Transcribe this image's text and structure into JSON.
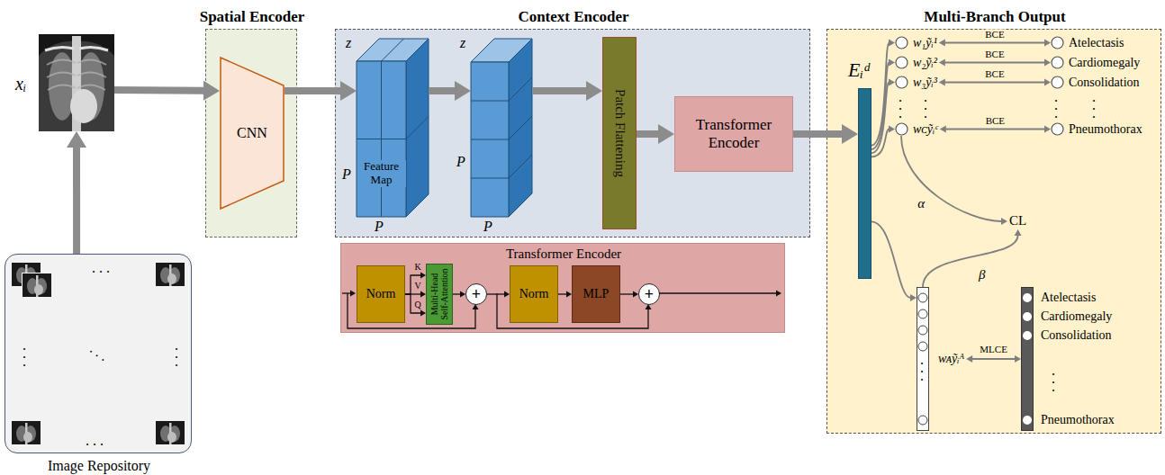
{
  "diagram": {
    "nodes": [
      {
        "text": [
          "xᵢ"
        ]
      },
      {
        "text": [
          "Image Repository"
        ]
      },
      {
        "text": [
          "Spatial Encoder"
        ]
      },
      {
        "text": [
          "CNN"
        ],
        "in": 2
      },
      {
        "text": [
          "Context Encoder"
        ]
      },
      {
        "text": [
          "z",
          "P",
          "P",
          "Feature Map"
        ],
        "in": 4
      },
      {
        "text": [
          "z",
          "P",
          "P"
        ],
        "in": 4
      },
      {
        "text": [
          "Patch Flattening"
        ],
        "in": 4
      },
      {
        "text": [
          "Transformer Encoder"
        ],
        "in": 4
      },
      {
        "text": [
          "Transformer Encoder"
        ]
      },
      {
        "text": [
          "Norm"
        ],
        "in": 9
      },
      {
        "text": [
          "Multi-Head Self-Attention"
        ],
        "in": 9
      },
      {
        "text": [
          "+"
        ],
        "in": 9
      },
      {
        "text": [
          "Norm"
        ],
        "in": 9
      },
      {
        "text": [
          "MLP"
        ],
        "in": 9
      },
      {
        "text": [
          "+"
        ],
        "in": 9
      },
      {
        "text": [
          "Multi-Branch Output"
        ]
      },
      {
        "text": [
          "Eᵢᵈ"
        ],
        "in": 16
      },
      {
        "text": [
          "w₁ỹᵢ¹"
        ],
        "in": 16
      },
      {
        "text": [
          "w₂ỹᵢ²"
        ],
        "in": 16
      },
      {
        "text": [
          "w₃ỹᵢ³"
        ],
        "in": 16
      },
      {
        "text": [
          "wᴄỹᵢᶜ"
        ],
        "in": 16
      },
      {
        "text": [
          "Atelectasis"
        ],
        "in": 16
      },
      {
        "text": [
          "Cardiomegaly"
        ],
        "in": 16
      },
      {
        "text": [
          "Consolidation"
        ],
        "in": 16
      },
      {
        "text": [
          "Pneumothorax"
        ],
        "in": 16
      },
      {
        "text": [
          "CL"
        ],
        "in": 16
      },
      {
        "text": [
          "wᴀỹᵢᴬ"
        ],
        "in": 16
      },
      {
        "text": [
          "Atelectasis",
          "Cardiomegaly",
          "Consolidation",
          "Pneumothorax"
        ],
        "in": 16
      }
    ],
    "edges": [
      {
        "from": 1,
        "to": 0,
        "arrow": "to"
      },
      {
        "from": 0,
        "to": 3,
        "arrow": "to"
      },
      {
        "from": 3,
        "to": 5,
        "arrow": "to"
      },
      {
        "from": 5,
        "to": 6,
        "arrow": "to"
      },
      {
        "from": 6,
        "to": 7,
        "arrow": "to"
      },
      {
        "from": 7,
        "to": 8,
        "arrow": "to"
      },
      {
        "from": 8,
        "to": 17,
        "arrow": "to"
      },
      {
        "from": 10,
        "to": 11,
        "label": "K",
        "arrow": "to"
      },
      {
        "from": 10,
        "to": 11,
        "label": "V",
        "arrow": "to"
      },
      {
        "from": 10,
        "to": 11,
        "label": "Q",
        "arrow": "to"
      },
      {
        "from": 11,
        "to": 12,
        "arrow": "to"
      },
      {
        "from": 12,
        "to": 13,
        "arrow": "to"
      },
      {
        "from": 13,
        "to": 14,
        "arrow": "to"
      },
      {
        "from": 14,
        "to": 15,
        "arrow": "to"
      },
      {
        "from": 17,
        "to": 18,
        "arrow": "to"
      },
      {
        "from": 17,
        "to": 19,
        "arrow": "to"
      },
      {
        "from": 17,
        "to": 20,
        "arrow": "to"
      },
      {
        "from": 17,
        "to": 21,
        "arrow": "to"
      },
      {
        "from": 17,
        "to": 27,
        "arrow": "to"
      },
      {
        "from": 18,
        "to": 22,
        "label": "BCE",
        "arrow": "both"
      },
      {
        "from": 19,
        "to": 23,
        "label": "BCE",
        "arrow": "both"
      },
      {
        "from": 20,
        "to": 24,
        "label": "BCE",
        "arrow": "both"
      },
      {
        "from": 21,
        "to": 25,
        "label": "BCE",
        "arrow": "both"
      },
      {
        "from": 21,
        "to": 26,
        "label": "α",
        "arrow": "to"
      },
      {
        "from": 27,
        "to": 26,
        "label": "β",
        "arrow": "to"
      },
      {
        "from": 27,
        "to": 28,
        "label": "MLCE",
        "arrow": "both"
      }
    ],
    "labels": [
      ". . .",
      ". . .",
      ". . .",
      ". . .",
      ". . .",
      ". . .",
      ". . .",
      ". . .",
      ". . .",
      ". . .",
      ". . ."
    ]
  }
}
